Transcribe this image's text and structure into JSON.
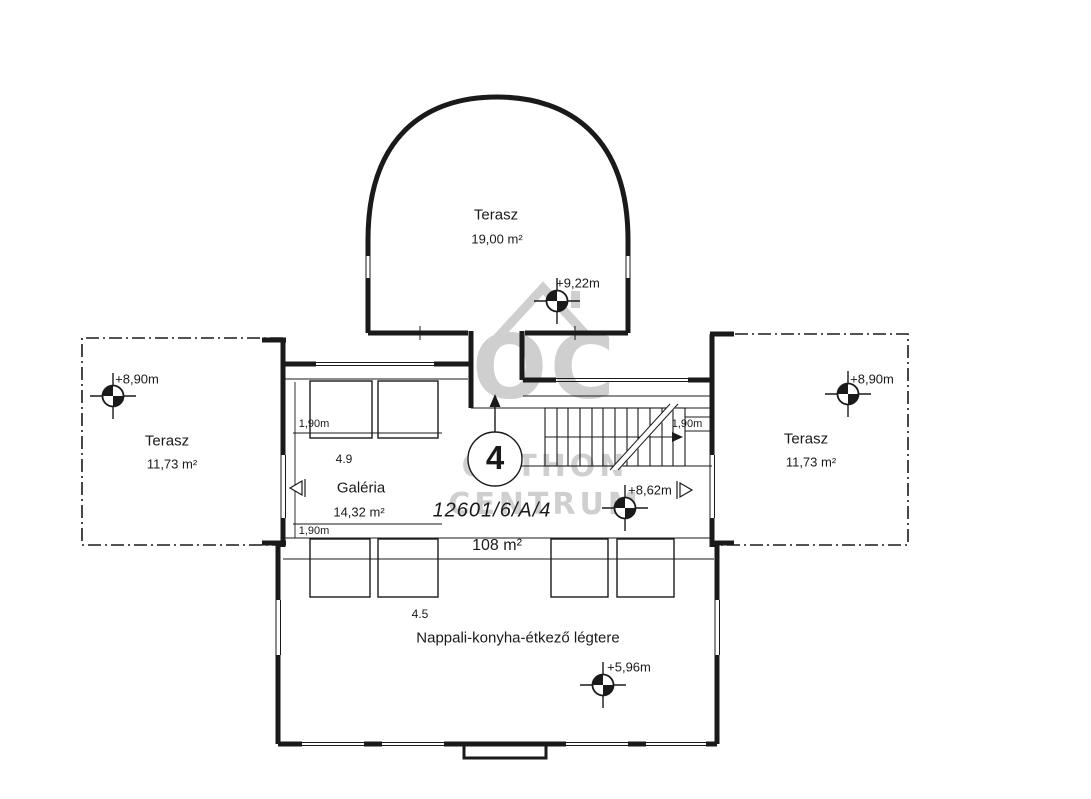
{
  "colors": {
    "line": "#1a1a1a",
    "watermark": "#a0a0a0"
  },
  "plan": {
    "terrace_top": {
      "name": "Terasz",
      "area": "19,00 m²"
    },
    "terrace_left": {
      "name": "Terasz",
      "area": "11,73 m²"
    },
    "terrace_right": {
      "name": "Terasz",
      "area": "11,73 m²"
    },
    "gallery": {
      "number": "4.9",
      "name": "Galéria",
      "area": "14,32 m²"
    },
    "living": {
      "number": "4.5",
      "name": "Nappali-konyha-étkező légtere"
    },
    "unit": {
      "number": "4",
      "parcel": "12601/6/A/4",
      "area": "108 m²"
    },
    "dims": {
      "gallery_top": "1,90m",
      "gallery_bottom": "1,90m",
      "stairs": "1,90m"
    },
    "elevations": {
      "terrace_top": "+9,22m",
      "terrace_left": "+8,90m",
      "terrace_right": "+8,90m",
      "gallery": "+8,62m",
      "living": "+5,96m"
    },
    "watermark": {
      "logo": "OC",
      "name_line1": "OTTHON",
      "name_line2": "CENTRUM"
    }
  }
}
